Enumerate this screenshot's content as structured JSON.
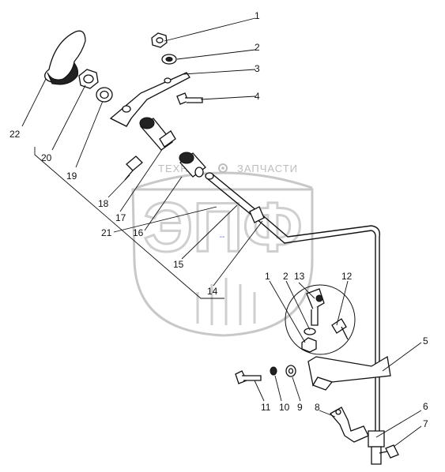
{
  "watermark": {
    "line1_left": "ТЕХНО",
    "line1_right": "ЗАПЧАСТИ",
    "big": "ЭПФ",
    "center_mark": "--"
  },
  "labels": {
    "l1a": "1",
    "l2a": "2",
    "l3": "3",
    "l4": "4",
    "l22": "22",
    "l20": "20",
    "l19": "19",
    "l18": "18",
    "l17": "17",
    "l16": "16",
    "l21": "21",
    "l15": "15",
    "l14": "14",
    "l1b": "1",
    "l2b": "2",
    "l13": "13",
    "l12": "12",
    "l5": "5",
    "l11": "11",
    "l10": "10",
    "l9": "9",
    "l8": "8",
    "l6": "6",
    "l7": "7"
  }
}
